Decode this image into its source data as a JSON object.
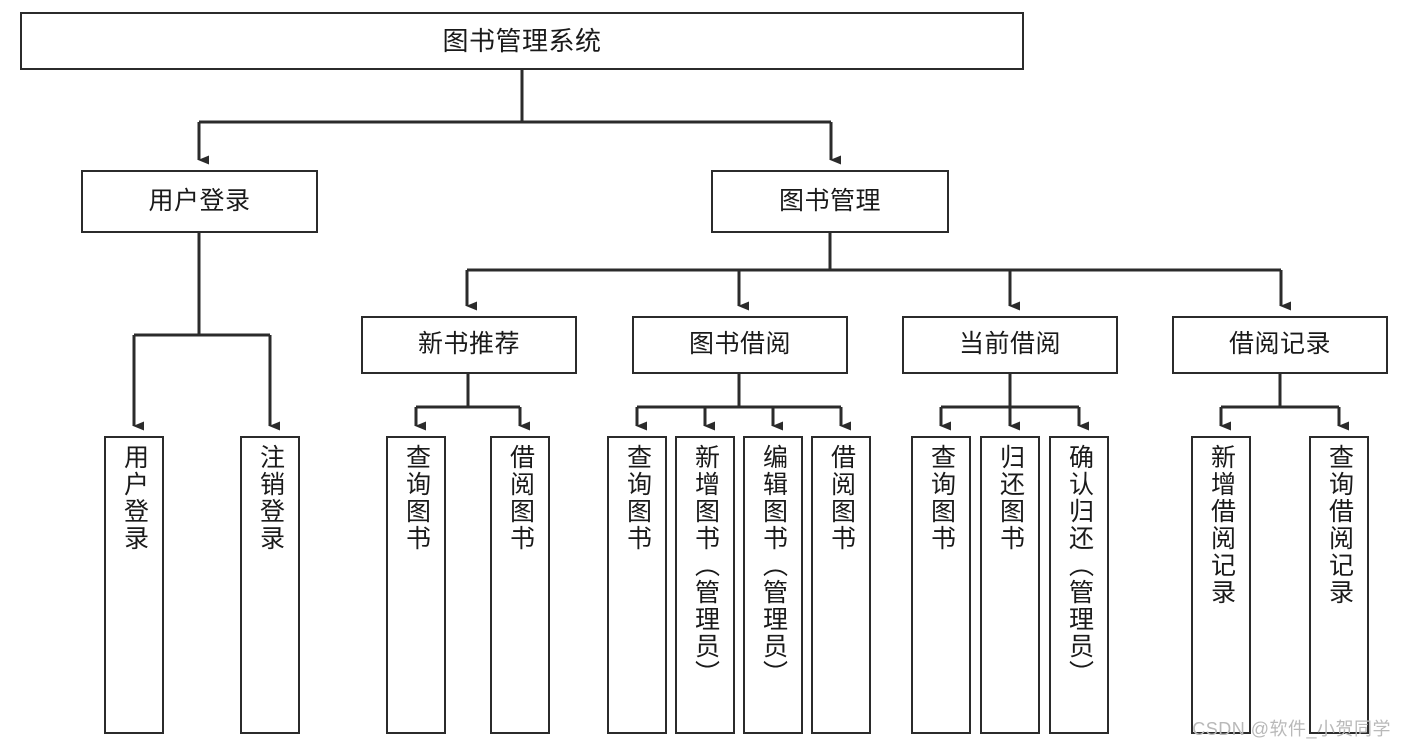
{
  "diagram": {
    "title": "图书管理系统",
    "type": "tree-hierarchy-chart",
    "watermark": "CSDN @软件_小贺同学",
    "colors": {
      "stroke": "#2b2b2b",
      "fill": "#ffffff",
      "text": "#1a1a1a",
      "watermark": "#b9b9b9"
    },
    "nodes": {
      "root": {
        "label": "图书管理系统"
      },
      "level2": [
        {
          "id": "user-login",
          "label": "用户登录"
        },
        {
          "id": "book-manage",
          "label": "图书管理"
        }
      ],
      "level3": [
        {
          "id": "new-book-recommend",
          "label": "新书推荐"
        },
        {
          "id": "book-borrow",
          "label": "图书借阅"
        },
        {
          "id": "current-borrow",
          "label": "当前借阅"
        },
        {
          "id": "borrow-record",
          "label": "借阅记录"
        }
      ],
      "leaves": {
        "user-login": [
          {
            "id": "leaf-user-login",
            "label": "用户登录"
          },
          {
            "id": "leaf-user-logout",
            "label": "注销登录"
          }
        ],
        "new-book-recommend": [
          {
            "id": "leaf-query-book-1",
            "label": "查询图书"
          },
          {
            "id": "leaf-borrow-book-1",
            "label": "借阅图书"
          }
        ],
        "book-borrow": [
          {
            "id": "leaf-query-book-2",
            "label": "查询图书"
          },
          {
            "id": "leaf-add-book",
            "label": "新增图书（管理员）"
          },
          {
            "id": "leaf-edit-book",
            "label": "编辑图书（管理员）"
          },
          {
            "id": "leaf-borrow-book-2",
            "label": "借阅图书"
          }
        ],
        "current-borrow": [
          {
            "id": "leaf-query-book-3",
            "label": "查询图书"
          },
          {
            "id": "leaf-return-book",
            "label": "归还图书"
          },
          {
            "id": "leaf-confirm-return",
            "label": "确认归还（管理员）"
          }
        ],
        "borrow-record": [
          {
            "id": "leaf-add-record",
            "label": "新增借阅记录"
          },
          {
            "id": "leaf-query-record",
            "label": "查询借阅记录"
          }
        ]
      }
    }
  }
}
